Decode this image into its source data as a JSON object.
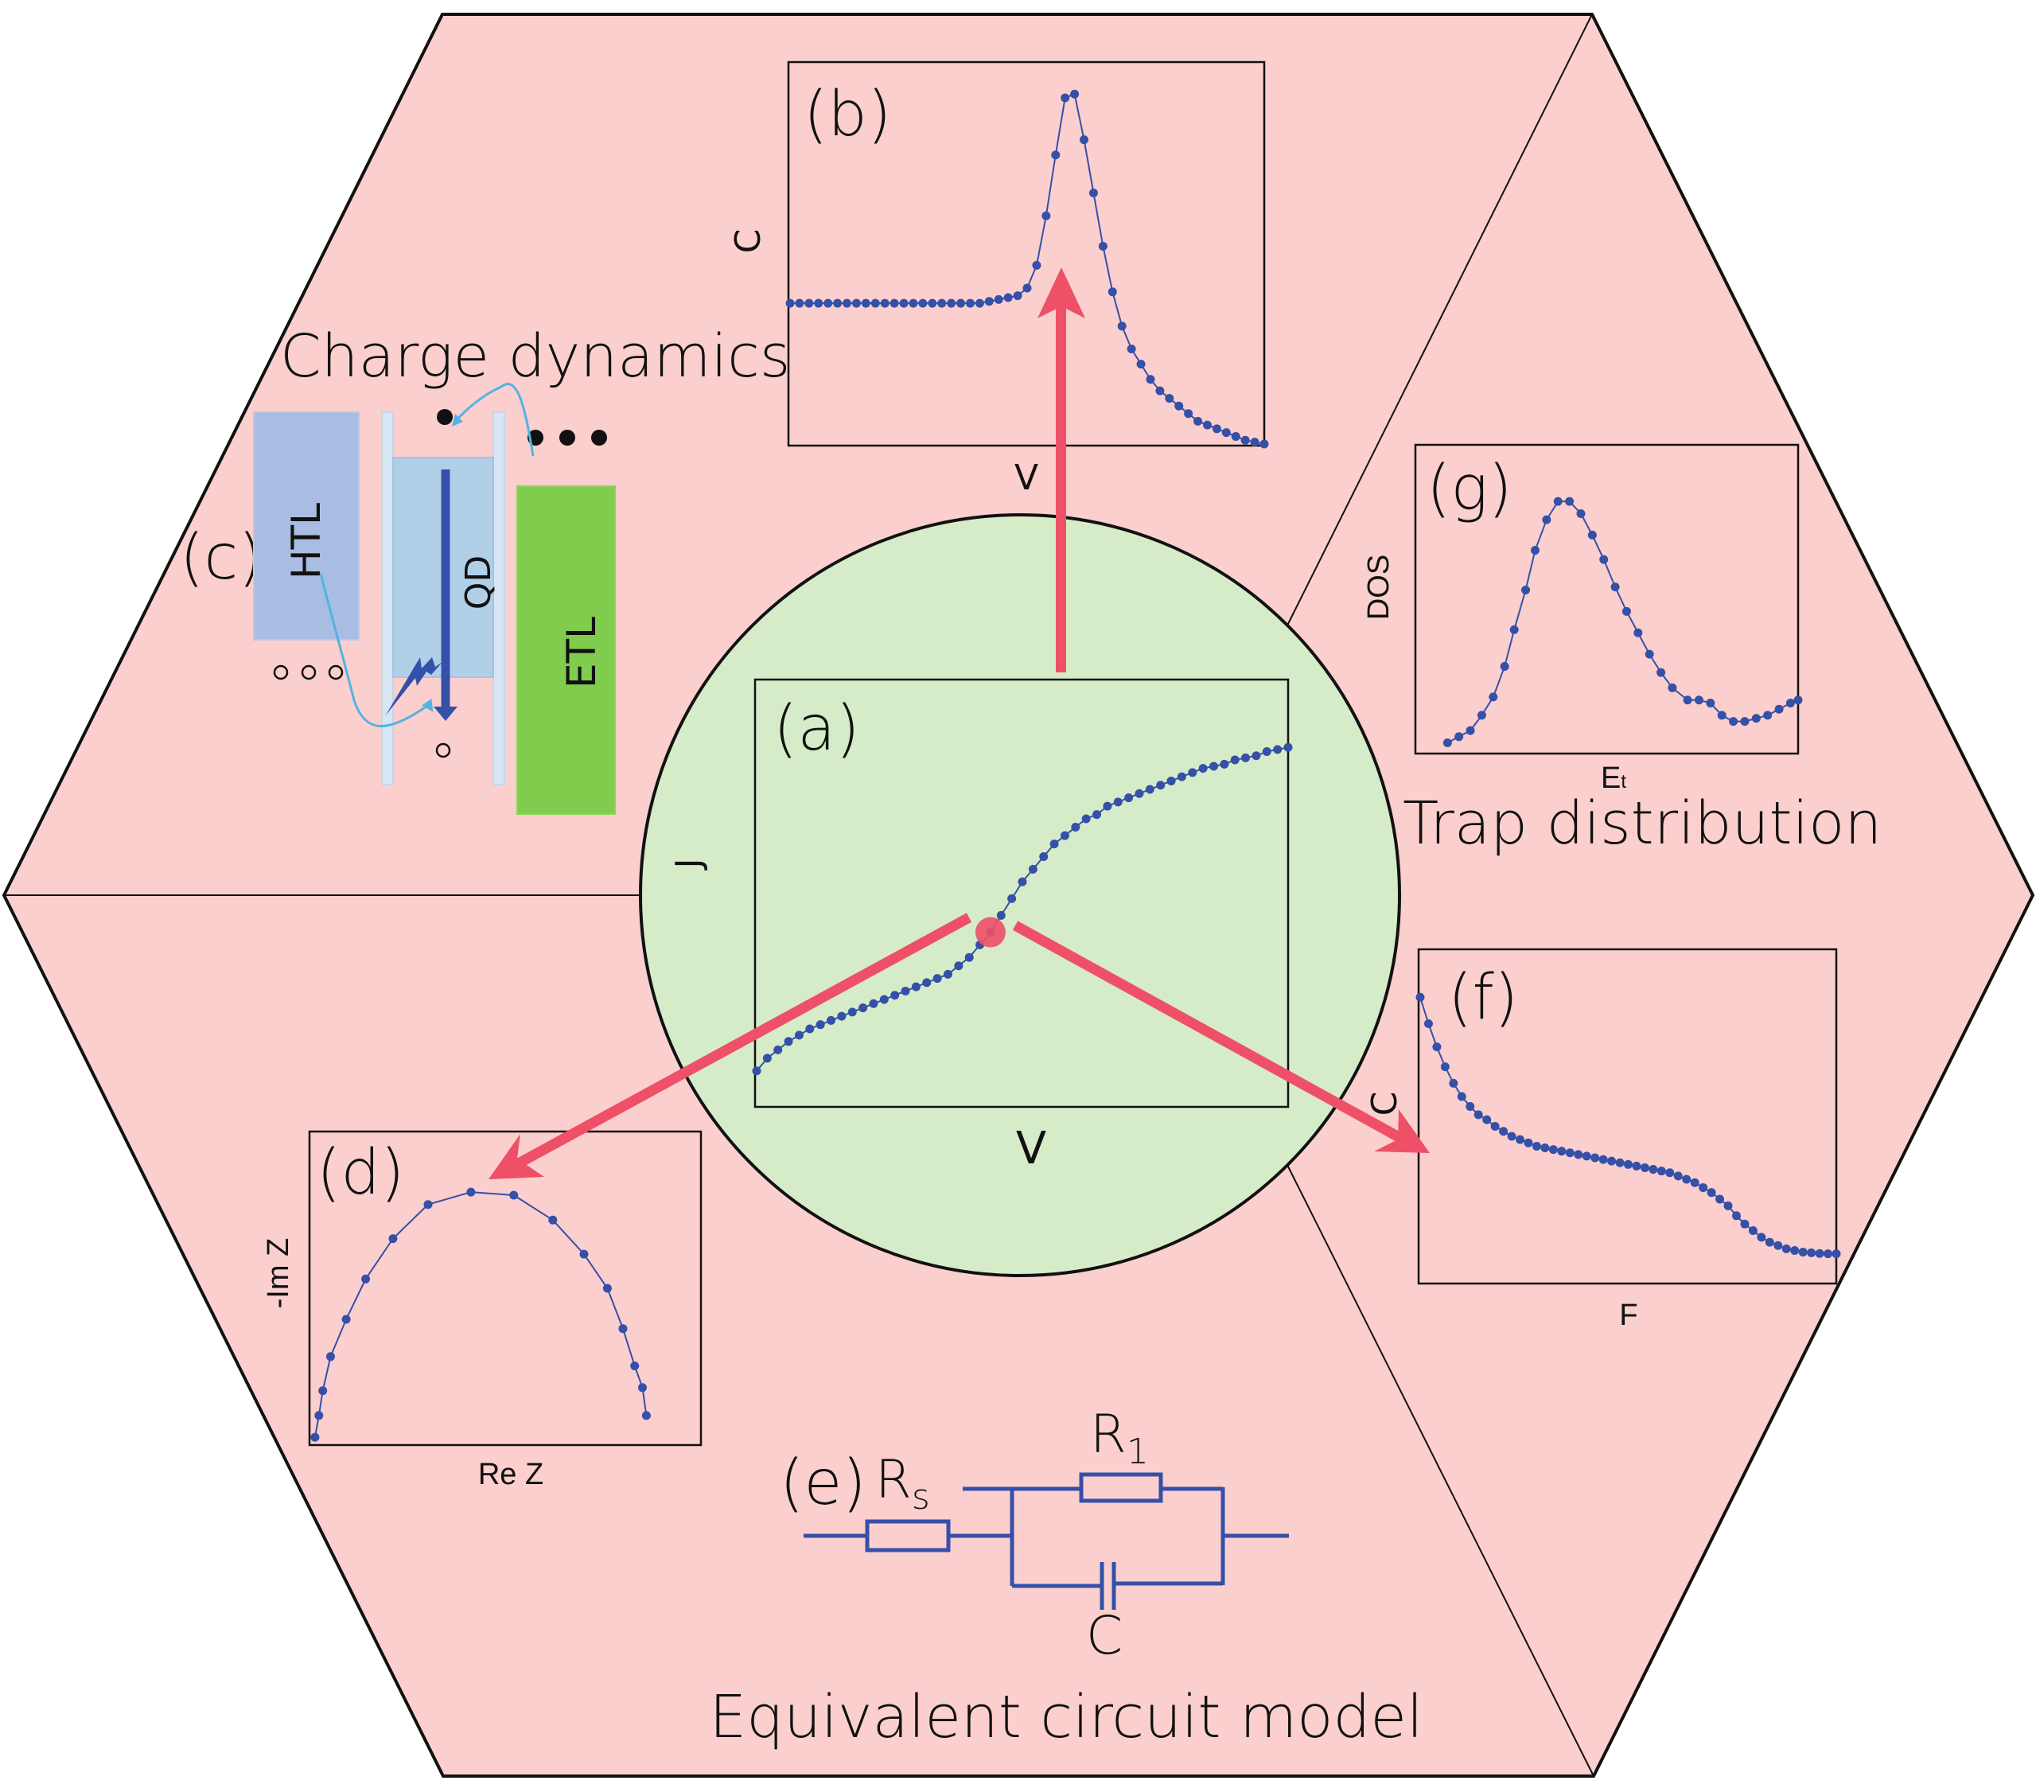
{
  "colors": {
    "hexagon_fill": "#fbcfcd",
    "circle_fill": "#d6ecc9",
    "outline": "#111111",
    "data_blue": "#3450a8",
    "arrow_red": "#ee5068",
    "htl_fill": "#a9bde3",
    "qd_fill": "#b1cfe7",
    "barrier_fill": "#d6e6f4",
    "etl_fill": "#80cc4c",
    "curve_arrow": "#52b4e2"
  },
  "sections": {
    "charge_dynamics": "Charge dynamics",
    "trap_distribution": "Trap distribution",
    "equivalent_circuit": "Equivalent circuit model"
  },
  "panels": {
    "a": {
      "label": "(a)",
      "xlabel": "V",
      "ylabel": "J"
    },
    "b": {
      "label": "(b)",
      "xlabel": "V",
      "ylabel": "C"
    },
    "c": {
      "label": "(c)",
      "layers": {
        "htl": "HTL",
        "qd": "QD",
        "etl": "ETL"
      }
    },
    "d": {
      "label": "(d)",
      "xlabel": "Re Z",
      "ylabel": "-Im Z"
    },
    "e": {
      "label": "(e)",
      "rs": "R",
      "rs_sub": "s",
      "r1": "R",
      "r1_sub": "1",
      "c": "C"
    },
    "f": {
      "label": "(f)",
      "xlabel": "F",
      "ylabel": "C"
    },
    "g": {
      "label": "(g)",
      "xlabel": "E",
      "xlabel_sub": "t",
      "ylabel": "DOS"
    }
  },
  "chart_data": [
    {
      "id": "a",
      "type": "scatter",
      "title": "(a)",
      "xlabel": "V",
      "ylabel": "J",
      "xlim": [
        0,
        1
      ],
      "ylim": [
        0,
        1
      ],
      "x": [
        0.0,
        0.02,
        0.04,
        0.06,
        0.08,
        0.1,
        0.12,
        0.14,
        0.16,
        0.18,
        0.2,
        0.22,
        0.24,
        0.26,
        0.28,
        0.3,
        0.32,
        0.34,
        0.36,
        0.38,
        0.4,
        0.42,
        0.44,
        0.46,
        0.48,
        0.5,
        0.52,
        0.54,
        0.56,
        0.58,
        0.6,
        0.62,
        0.64,
        0.66,
        0.68,
        0.7,
        0.72,
        0.74,
        0.76,
        0.78,
        0.8,
        0.82,
        0.84,
        0.86,
        0.88,
        0.9,
        0.92,
        0.94,
        0.96,
        0.98,
        1.0
      ],
      "y": [
        0.08,
        0.11,
        0.13,
        0.15,
        0.165,
        0.18,
        0.19,
        0.2,
        0.21,
        0.22,
        0.23,
        0.24,
        0.25,
        0.26,
        0.27,
        0.28,
        0.29,
        0.3,
        0.31,
        0.33,
        0.35,
        0.38,
        0.41,
        0.45,
        0.49,
        0.53,
        0.56,
        0.59,
        0.62,
        0.64,
        0.66,
        0.68,
        0.69,
        0.71,
        0.72,
        0.73,
        0.74,
        0.75,
        0.76,
        0.77,
        0.78,
        0.79,
        0.8,
        0.805,
        0.81,
        0.82,
        0.825,
        0.83,
        0.84,
        0.845,
        0.85
      ],
      "highlight_point": {
        "x": 0.44,
        "y": 0.41
      }
    },
    {
      "id": "b",
      "type": "scatter",
      "title": "(b)",
      "xlabel": "V",
      "ylabel": "C",
      "xlim": [
        0,
        1
      ],
      "ylim": [
        0,
        1
      ],
      "x": [
        0.0,
        0.02,
        0.04,
        0.06,
        0.08,
        0.1,
        0.12,
        0.14,
        0.16,
        0.18,
        0.2,
        0.22,
        0.24,
        0.26,
        0.28,
        0.3,
        0.32,
        0.34,
        0.36,
        0.38,
        0.4,
        0.42,
        0.44,
        0.46,
        0.48,
        0.5,
        0.52,
        0.54,
        0.56,
        0.58,
        0.6,
        0.62,
        0.64,
        0.66,
        0.68,
        0.7,
        0.72,
        0.74,
        0.76,
        0.78,
        0.8,
        0.82,
        0.84,
        0.86,
        0.88,
        0.9,
        0.92,
        0.94,
        0.96,
        0.98,
        1.0
      ],
      "y": [
        0.37,
        0.37,
        0.37,
        0.37,
        0.37,
        0.37,
        0.37,
        0.37,
        0.37,
        0.37,
        0.37,
        0.37,
        0.37,
        0.37,
        0.37,
        0.37,
        0.37,
        0.37,
        0.37,
        0.37,
        0.37,
        0.375,
        0.38,
        0.385,
        0.39,
        0.41,
        0.47,
        0.6,
        0.76,
        0.91,
        0.92,
        0.8,
        0.66,
        0.52,
        0.4,
        0.31,
        0.25,
        0.21,
        0.17,
        0.14,
        0.12,
        0.1,
        0.08,
        0.06,
        0.05,
        0.04,
        0.03,
        0.02,
        0.01,
        0.005,
        0.0
      ]
    },
    {
      "id": "d",
      "type": "scatter",
      "title": "(d)",
      "xlabel": "Re Z",
      "ylabel": "-Im Z",
      "xlim": [
        0,
        1
      ],
      "ylim": [
        0,
        1
      ],
      "x": [
        0.01,
        0.02,
        0.03,
        0.05,
        0.09,
        0.14,
        0.21,
        0.3,
        0.41,
        0.52,
        0.62,
        0.7,
        0.76,
        0.8,
        0.83,
        0.85,
        0.86
      ],
      "y": [
        0.02,
        0.09,
        0.17,
        0.28,
        0.4,
        0.53,
        0.66,
        0.77,
        0.81,
        0.8,
        0.72,
        0.61,
        0.5,
        0.37,
        0.25,
        0.18,
        0.09
      ]
    },
    {
      "id": "f",
      "type": "scatter",
      "title": "(f)",
      "xlabel": "F",
      "ylabel": "C",
      "xlim": [
        0,
        1
      ],
      "ylim": [
        0,
        1
      ],
      "x": [
        0.0,
        0.02,
        0.04,
        0.06,
        0.08,
        0.1,
        0.12,
        0.14,
        0.16,
        0.18,
        0.2,
        0.22,
        0.24,
        0.26,
        0.28,
        0.3,
        0.32,
        0.34,
        0.36,
        0.38,
        0.4,
        0.42,
        0.44,
        0.46,
        0.48,
        0.5,
        0.52,
        0.54,
        0.56,
        0.58,
        0.6,
        0.62,
        0.64,
        0.66,
        0.68,
        0.7,
        0.72,
        0.74,
        0.76,
        0.78,
        0.8,
        0.82,
        0.84,
        0.86,
        0.88,
        0.9,
        0.92,
        0.94,
        0.96,
        0.98,
        1.0
      ],
      "y": [
        0.86,
        0.78,
        0.71,
        0.65,
        0.6,
        0.56,
        0.53,
        0.505,
        0.49,
        0.47,
        0.455,
        0.44,
        0.43,
        0.42,
        0.41,
        0.405,
        0.4,
        0.395,
        0.39,
        0.385,
        0.38,
        0.375,
        0.37,
        0.365,
        0.36,
        0.355,
        0.35,
        0.345,
        0.34,
        0.335,
        0.33,
        0.32,
        0.31,
        0.3,
        0.285,
        0.27,
        0.25,
        0.23,
        0.2,
        0.175,
        0.155,
        0.135,
        0.12,
        0.11,
        0.1,
        0.095,
        0.09,
        0.088,
        0.086,
        0.085,
        0.085
      ]
    },
    {
      "id": "g",
      "type": "scatter",
      "title": "(g)",
      "xlabel": "Et",
      "ylabel": "DOS",
      "xlim": [
        0,
        1
      ],
      "ylim": [
        0,
        1
      ],
      "x": [
        0.08,
        0.11,
        0.14,
        0.17,
        0.2,
        0.23,
        0.255,
        0.285,
        0.31,
        0.34,
        0.37,
        0.4,
        0.43,
        0.46,
        0.49,
        0.52,
        0.55,
        0.58,
        0.61,
        0.64,
        0.67,
        0.71,
        0.74,
        0.77,
        0.8,
        0.83,
        0.86,
        0.89,
        0.92,
        0.95,
        0.98,
        1.0
      ],
      "y": [
        0.03,
        0.05,
        0.07,
        0.12,
        0.18,
        0.28,
        0.4,
        0.53,
        0.66,
        0.76,
        0.82,
        0.82,
        0.78,
        0.71,
        0.63,
        0.54,
        0.46,
        0.39,
        0.32,
        0.26,
        0.21,
        0.17,
        0.17,
        0.16,
        0.12,
        0.1,
        0.1,
        0.11,
        0.12,
        0.14,
        0.16,
        0.17
      ]
    }
  ]
}
